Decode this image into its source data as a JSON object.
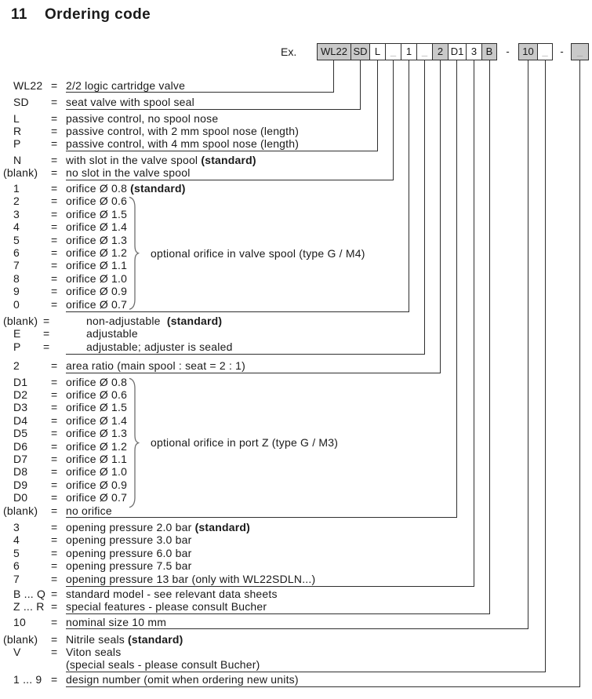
{
  "title": {
    "number": "11",
    "text": "Ordering code"
  },
  "example": {
    "label": "Ex."
  },
  "eq_symbol": "=",
  "boxes": [
    {
      "label": "WL22",
      "type": "box",
      "shaded": true
    },
    {
      "label": "SD",
      "type": "box",
      "shaded": true
    },
    {
      "label": "L",
      "type": "box",
      "shaded": false
    },
    {
      "label": "_",
      "type": "box",
      "shaded": false,
      "muted": true
    },
    {
      "label": "1",
      "type": "box",
      "shaded": false
    },
    {
      "label": "_",
      "type": "box",
      "shaded": false,
      "muted": true
    },
    {
      "label": "2",
      "type": "box",
      "shaded": true
    },
    {
      "label": "D1",
      "type": "box",
      "shaded": false
    },
    {
      "label": "3",
      "type": "box",
      "shaded": false
    },
    {
      "label": "B",
      "type": "box",
      "shaded": true
    },
    {
      "label": "-",
      "type": "separator"
    },
    {
      "label": "10",
      "type": "box",
      "shaded": true
    },
    {
      "label": "_",
      "type": "box",
      "shaded": false,
      "muted": true
    },
    {
      "label": "-",
      "type": "separator"
    },
    {
      "label": "_",
      "type": "box",
      "shaded": true,
      "muted": true
    }
  ],
  "groups": [
    {
      "connects_to_box": 0,
      "rows": [
        {
          "code": "WL22",
          "desc": "2/2 logic cartridge valve"
        }
      ]
    },
    {
      "connects_to_box": 1,
      "rows": [
        {
          "code": "SD",
          "desc": "seat valve with spool seal"
        }
      ]
    },
    {
      "connects_to_box": 2,
      "rows": [
        {
          "code": "L",
          "desc": "passive control, no spool nose"
        },
        {
          "code": "R",
          "desc": "passive control, with 2 mm spool nose (length)"
        },
        {
          "code": "P",
          "desc": "passive control, with 4 mm spool nose (length)"
        }
      ]
    },
    {
      "connects_to_box": 3,
      "rows": [
        {
          "code": "N",
          "desc": "with slot in the valve spool ",
          "bold": "(standard)"
        },
        {
          "code": "(blank)",
          "desc": "no slot in the valve spool"
        }
      ]
    },
    {
      "connects_to_box": 4,
      "brace": {
        "from_row": 1,
        "to_row": 9,
        "label": "optional orifice in valve spool (type G / M4)"
      },
      "rows": [
        {
          "code": "1",
          "desc": "orifice Ø 0.8 ",
          "bold": "(standard)"
        },
        {
          "code": "2",
          "desc": "orifice Ø 0.6"
        },
        {
          "code": "3",
          "desc": "orifice Ø 1.5"
        },
        {
          "code": "4",
          "desc": "orifice Ø 1.4"
        },
        {
          "code": "5",
          "desc": "orifice Ø 1.3"
        },
        {
          "code": "6",
          "desc": "orifice Ø 1.2"
        },
        {
          "code": "7",
          "desc": "orifice Ø 1.1"
        },
        {
          "code": "8",
          "desc": "orifice Ø 1.0"
        },
        {
          "code": "9",
          "desc": "orifice Ø 0.9"
        },
        {
          "code": "0",
          "desc": "orifice Ø 0.7"
        }
      ]
    },
    {
      "connects_to_box": 5,
      "indent": true,
      "rows": [
        {
          "code": "(blank)",
          "desc": "non-adjustable  ",
          "bold": "(standard)"
        },
        {
          "code": "E",
          "desc": "adjustable"
        },
        {
          "code": "P",
          "desc": "adjustable; adjuster is sealed"
        }
      ]
    },
    {
      "connects_to_box": 6,
      "rows": [
        {
          "code": "2",
          "desc": "area ratio (main spool : seat = 2 : 1)"
        }
      ]
    },
    {
      "connects_to_box": 7,
      "brace": {
        "from_row": 0,
        "to_row": 9,
        "label": "optional orifice in port Z (type G / M3)"
      },
      "rows": [
        {
          "code": "D1",
          "desc": "orifice Ø 0.8"
        },
        {
          "code": "D2",
          "desc": "orifice Ø 0.6"
        },
        {
          "code": "D3",
          "desc": "orifice Ø 1.5"
        },
        {
          "code": "D4",
          "desc": "orifice Ø 1.4"
        },
        {
          "code": "D5",
          "desc": "orifice Ø 1.3"
        },
        {
          "code": "D6",
          "desc": "orifice Ø 1.2"
        },
        {
          "code": "D7",
          "desc": "orifice Ø 1.1"
        },
        {
          "code": "D8",
          "desc": "orifice Ø 1.0"
        },
        {
          "code": "D9",
          "desc": "orifice Ø 0.9"
        },
        {
          "code": "D0",
          "desc": "orifice Ø 0.7"
        },
        {
          "code": "(blank)",
          "desc": "no orifice"
        }
      ]
    },
    {
      "connects_to_box": 8,
      "rows": [
        {
          "code": "3",
          "desc": "opening pressure 2.0 bar ",
          "bold": "(standard)"
        },
        {
          "code": "4",
          "desc": "opening pressure 3.0 bar"
        },
        {
          "code": "5",
          "desc": "opening pressure 6.0 bar"
        },
        {
          "code": "6",
          "desc": "opening pressure 7.5 bar"
        },
        {
          "code": "7",
          "desc": "opening pressure 13 bar (only with WL22SDLN...)"
        }
      ]
    },
    {
      "connects_to_box": 9,
      "rows": [
        {
          "code": "B ... Q",
          "desc": "standard model - see relevant data sheets"
        },
        {
          "code": "Z ... R",
          "desc": "special features - please consult Bucher"
        }
      ]
    },
    {
      "connects_to_box": 11,
      "rows": [
        {
          "code": "10",
          "desc": "nominal size 10 mm"
        }
      ]
    },
    {
      "connects_to_box": 12,
      "rows": [
        {
          "code": "(blank)",
          "desc": "Nitrile seals ",
          "bold": "(standard)"
        },
        {
          "code": "V",
          "desc": "Viton seals"
        },
        {
          "code": "",
          "desc": "(special seals - please consult Bucher)"
        }
      ]
    },
    {
      "connects_to_box": 14,
      "rows": [
        {
          "code": "1 ... 9",
          "desc": "design number (omit when ordering new units)"
        }
      ]
    }
  ],
  "colors": {
    "box_fill": "#c9c9c9",
    "line": "#2f2f2f",
    "text": "#1a1a1a",
    "muted": "#909090",
    "brace": "#6f6f6f"
  }
}
